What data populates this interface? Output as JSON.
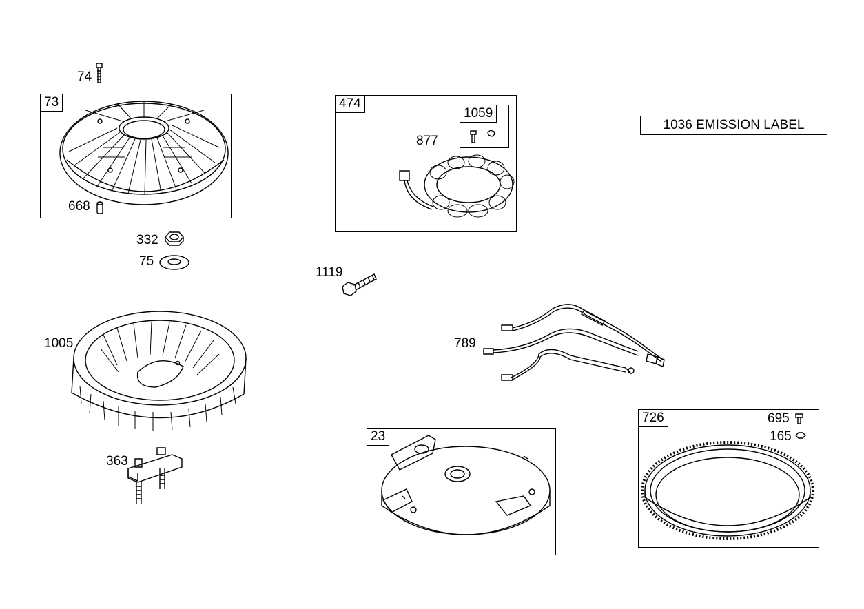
{
  "boxes": {
    "b73": "73",
    "b474": "474",
    "b1059": "1059",
    "b23": "23",
    "b726": "726"
  },
  "labels": {
    "p74": "74",
    "p668": "668",
    "p332": "332",
    "p75": "75",
    "p1005": "1005",
    "p363": "363",
    "p877": "877",
    "p1119": "1119",
    "p789": "789",
    "p695": "695",
    "p165": "165"
  },
  "emission_label": "1036 EMISSION LABEL"
}
